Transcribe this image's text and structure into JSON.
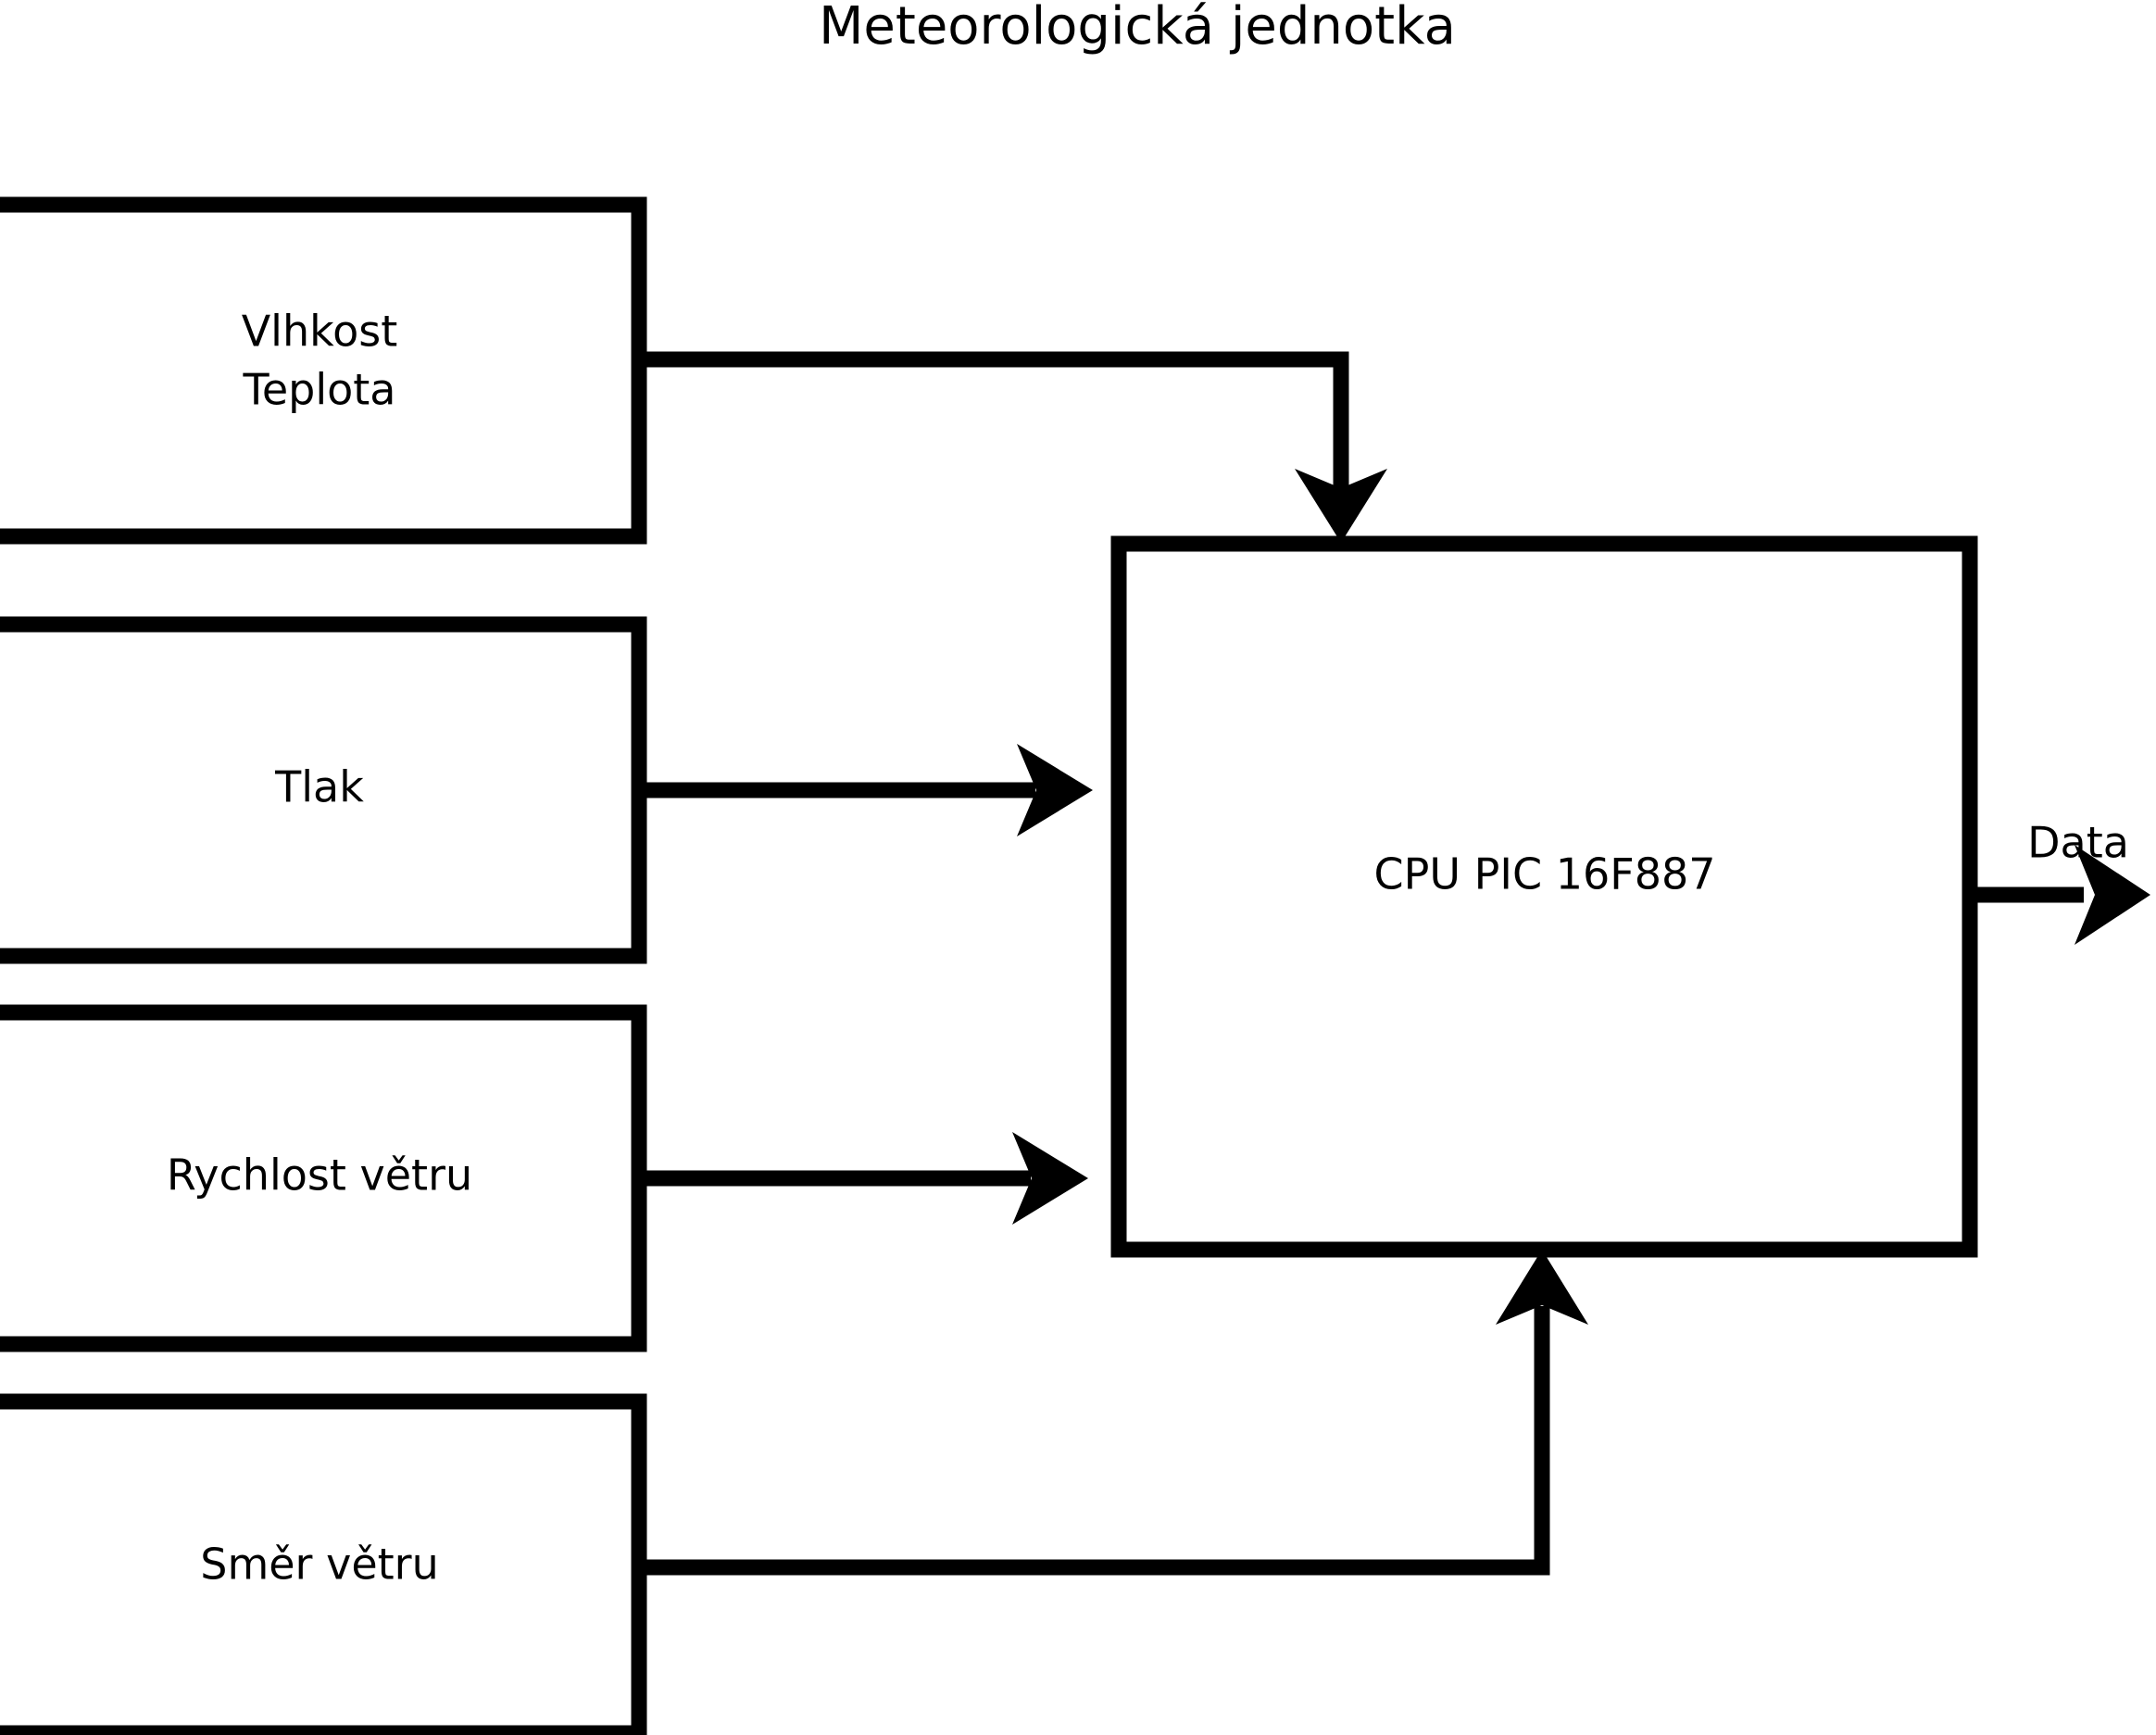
{
  "title": "Meteorologická jednotka",
  "nodes": {
    "sensor_humidity_temp": {
      "line1": "Vlhkost",
      "line2": "Teplota"
    },
    "sensor_pressure": {
      "label": "Tlak"
    },
    "sensor_wind_speed": {
      "label": "Rychlost větru"
    },
    "sensor_wind_direction": {
      "label": "Směr větru"
    },
    "cpu": {
      "label": "CPU PIC 16F887"
    }
  },
  "edges": {
    "data_out": {
      "label": "Data"
    }
  },
  "colors": {
    "stroke": "#000000",
    "fill": "#ffffff",
    "background": "#ffffff"
  }
}
